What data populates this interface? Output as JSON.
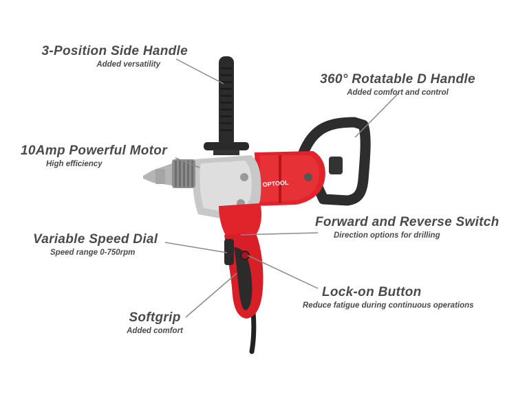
{
  "brand": {
    "logo_text": "OPTOOL",
    "accent": "#e8303a",
    "dark": "#2b2b2b",
    "metal": "#c9c9c9"
  },
  "features": [
    {
      "id": "side-handle",
      "title": "3-Position Side Handle",
      "subtitle": "Added versatility"
    },
    {
      "id": "d-handle",
      "title": "360°  Rotatable D Handle",
      "subtitle": "Added comfort and control"
    },
    {
      "id": "motor",
      "title": "10Amp Powerful Motor",
      "subtitle": "High efficiency"
    },
    {
      "id": "switch",
      "title": "Forward and Reverse Switch",
      "subtitle": "Direction options for drilling"
    },
    {
      "id": "speed-dial",
      "title": "Variable Speed Dial",
      "subtitle": "Speed range 0-750rpm"
    },
    {
      "id": "lock-button",
      "title": "Lock-on Button",
      "subtitle": "Reduce fatigue during continuous operations"
    },
    {
      "id": "softgrip",
      "title": "Softgrip",
      "subtitle": "Added comfort"
    }
  ]
}
